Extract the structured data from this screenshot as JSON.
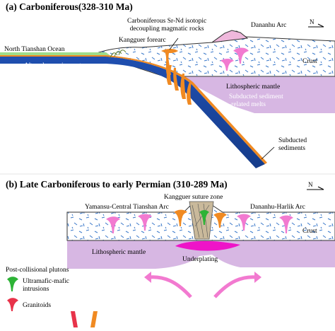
{
  "panel_a": {
    "title": "(a) Carboniferous(328-310 Ma)",
    "north_symbol": "N",
    "labels": {
      "carboniferous_rocks": "Carboniferous Sr-Nd isotopic\ndecoupling magmatic rocks",
      "dananhu_arc": "Dananhu Arc",
      "north_tianshan_ocean": "North Tianshan Ocean",
      "kangguer_forearc": "Kangguer forearc",
      "crust": "Crust",
      "altered_oceanic_crust": "Altered oceanic crust",
      "lithospheric_mantle": "Lithospheric mantle",
      "subducted_sediment_melts": "Subducted sediment\n-related melts",
      "subducted_sediments": "Subducted\nsediments"
    }
  },
  "panel_b": {
    "title": "(b) Late Carboniferous to early Permian (310-289 Ma)",
    "north_symbol": "N",
    "labels": {
      "kangguer_suture_zone": "Kangguer suture zone",
      "yamansu_arc": "Yamansu-Central Tianshan Arc",
      "dananhu_harlik_arc": "Dananhu-Harlik Arc",
      "crust": "Crust",
      "lithospheric_mantle": "Lithospheric mantle",
      "underplating": "Underplating"
    }
  },
  "legend": {
    "title": "Post-collisional plutons",
    "items": [
      {
        "label": "Ultramafic-mafic\nintrusions",
        "color": "#2db336"
      },
      {
        "label": "Granitoids",
        "color": "#e8334a"
      }
    ]
  },
  "colors": {
    "crust_fill": "#ffffff",
    "crust_dash": "#3a78c9",
    "oceanic_slab": "#1f4fb0",
    "ocean": "#9edc8a",
    "sediment": "#f08a22",
    "mantle": "#d7b7e3",
    "pink_pluton": "#f27ad0",
    "underplating": "#ee14c8",
    "suture": "#c9b99b",
    "dananhu_arc": "#efb8dc"
  }
}
